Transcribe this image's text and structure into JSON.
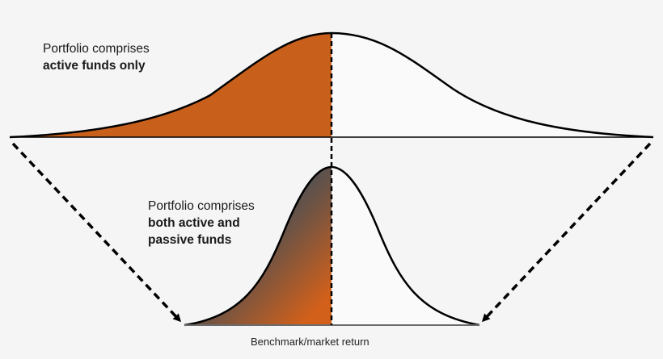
{
  "colors": {
    "background": "#f5f5f5",
    "active_fill": "#c8601c",
    "gradient_top": "#0b4a78",
    "gradient_bottom": "#d2601a",
    "curve_stroke": "#000000",
    "bottom_baseline": "#6b6b6b"
  },
  "top_distribution": {
    "label_line1": "Portfolio comprises",
    "label_line2": "active funds only",
    "shading": "orange-left-half"
  },
  "bottom_distribution": {
    "label_line1": "Portfolio comprises",
    "label_line2": "both active and",
    "label_line3": "passive funds",
    "shading": "blue-orange-gradient-left-half"
  },
  "axis": {
    "label": "Benchmark/market return"
  },
  "arrows": [
    {
      "name": "left-narrowing-arrow",
      "style": "dashed",
      "direction": "down-right"
    },
    {
      "name": "right-narrowing-arrow",
      "style": "dashed",
      "direction": "down-left"
    }
  ],
  "divider": {
    "style": "dashed",
    "meaning": "benchmark return line"
  }
}
